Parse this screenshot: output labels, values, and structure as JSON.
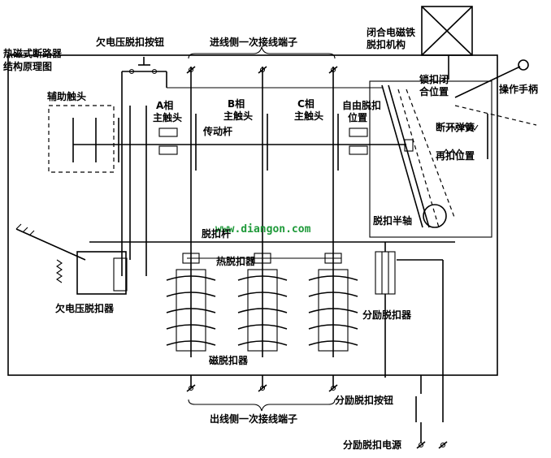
{
  "labels": {
    "title": "热磁式断路器\n结构原理图",
    "undervoltage_button": "欠电压脱扣按钮",
    "line_side_terminal": "进线侧一次接线端子",
    "closing_em_mechanism": "闭合电磁铁\n脱扣机构",
    "lock_close_position": "锁扣闭\n合位置",
    "operating_handle": "操作手柄",
    "aux_contacts": "辅助触头",
    "phase_a_contact": "A相\n主触头",
    "phase_b_contact": "B相\n主触头",
    "phase_c_contact": "C相\n主触头",
    "free_trip_position": "自由脱扣\n位置",
    "breaking_spring": "断开弹簧",
    "transmission_rod": "传动杆",
    "relatch_position": "再扣位置",
    "trip_half_shaft": "脱扣半轴",
    "trip_rod": "脱扣杆",
    "thermal_release": "热脱扣器",
    "undervoltage_release": "欠电压脱扣器",
    "shunt_release": "分励脱扣器",
    "magnetic_release": "磁脱扣器",
    "shunt_button": "分励脱扣按钮",
    "load_side_terminal": "出线侧一次接线端子",
    "shunt_power": "分励脱扣电源",
    "watermark": "www.diangon.com"
  }
}
